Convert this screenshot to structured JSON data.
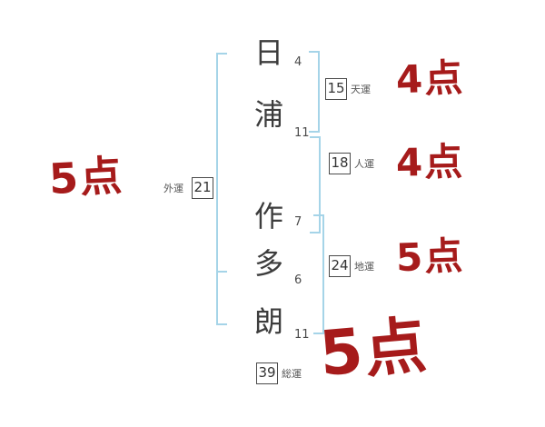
{
  "name_chars": [
    {
      "char": "日",
      "strokes": "4"
    },
    {
      "char": "浦",
      "strokes": "11"
    },
    {
      "char": "作",
      "strokes": "7"
    },
    {
      "char": "多",
      "strokes": "6"
    },
    {
      "char": "朗",
      "strokes": "11"
    }
  ],
  "fortunes": {
    "heaven": {
      "value": "15",
      "label": "天運",
      "score": "4点"
    },
    "person": {
      "value": "18",
      "label": "人運",
      "score": "4点"
    },
    "earth": {
      "value": "24",
      "label": "地運",
      "score": "5点"
    },
    "outer": {
      "value": "21",
      "label": "外運",
      "score": "5点"
    },
    "total": {
      "value": "39",
      "label": "総運",
      "score": "5点"
    }
  },
  "colors": {
    "bracket_blue": "#a5d4e8",
    "annotation_red": "#a61b1b",
    "ink": "#3d3d3d"
  }
}
